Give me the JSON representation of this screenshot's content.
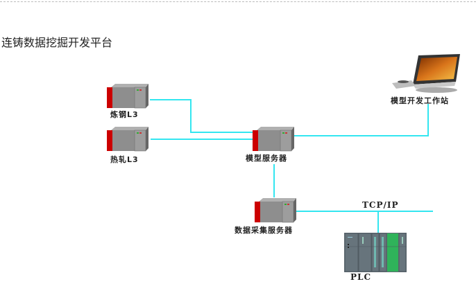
{
  "title": "连铸数据挖掘开发平台",
  "colors": {
    "link": "#33e6f0",
    "server_red": "#cc0000",
    "server_gray": "#8a8a8a",
    "plc_green": "#2fb35a"
  },
  "nodes": {
    "steel_l3": {
      "label": "炼钢L3",
      "icon": "server-icon"
    },
    "rolling_l3": {
      "label": "热轧L3",
      "icon": "server-icon"
    },
    "model_server": {
      "label": "模型服务器",
      "icon": "server-icon"
    },
    "workstation": {
      "label": "模型开发工作站",
      "icon": "computer-icon"
    },
    "data_server": {
      "label": "数据采集服务器",
      "icon": "server-icon"
    },
    "plc": {
      "label": "PLC",
      "icon": "plc-icon"
    }
  },
  "network_label": "TCP/IP"
}
